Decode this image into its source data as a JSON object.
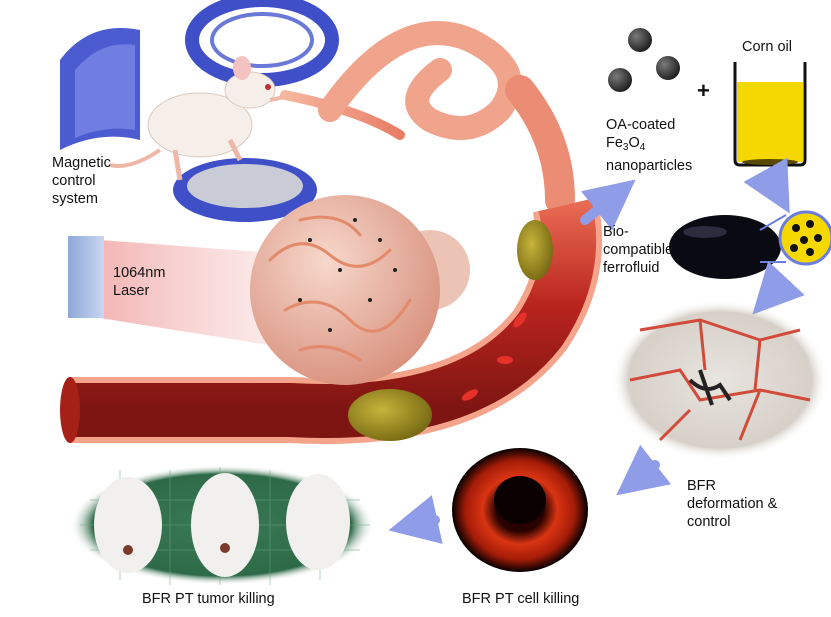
{
  "labels": {
    "magnetic_control": [
      "Magnetic",
      "control",
      "system"
    ],
    "laser": [
      "1064nm",
      "Laser"
    ],
    "nanoparticles": {
      "line1": "OA-coated",
      "fe": "Fe",
      "sub3": "3",
      "o": "O",
      "sub4": "4",
      "line3": "nanoparticles"
    },
    "plus": "+",
    "corn_oil": "Corn oil",
    "ferrofluid": [
      "Bio-",
      "compatible",
      "ferrofluid"
    ],
    "deformation": [
      "BFR",
      "deformation &",
      "control"
    ],
    "cell_killing": "BFR PT cell killing",
    "tumor_killing": "BFR PT tumor killing"
  },
  "colors": {
    "vessel": "#c8322a",
    "vessel_light": "#f2a58c",
    "tumor": "#e9b5a6",
    "ferrofluid_blob": "#9a8a1e",
    "oil": "#f5d800",
    "magnet": "#3f4fc8",
    "arrow": "#8f9ce8",
    "laser_beam": "#f4c9c9"
  }
}
